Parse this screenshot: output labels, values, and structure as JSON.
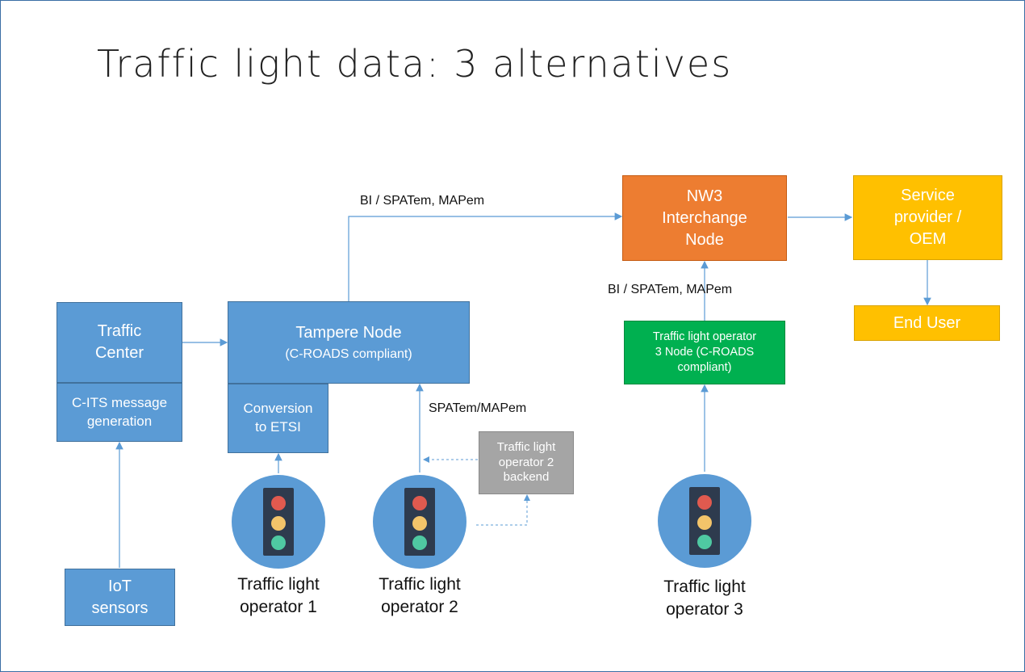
{
  "title": "Traffic light data: 3 alternatives",
  "colors": {
    "node_blue": "#5b9bd5",
    "nw3_orange": "#ed7d31",
    "service_yellow": "#ffc000",
    "operator3_green": "#00b050",
    "backend_grey": "#a5a5a5",
    "arrow": "#5b9bd5",
    "light_body": "#2e3b4e",
    "light_red": "#e05a4f",
    "light_amber": "#f3c46a",
    "light_green": "#4fc9a2",
    "light_bg": "#5b9bd5"
  },
  "nodes": {
    "traffic_center": "Traffic\nCenter",
    "c_its_generation": "C-ITS message\ngeneration",
    "iot_sensors": "IoT\nsensors",
    "tampere_node": "Tampere Node",
    "tampere_node_sub": "(C-ROADS compliant)",
    "conversion_etsi": "Conversion\nto ETSI",
    "operator2_backend": "Traffic light\noperator 2\nbackend",
    "nw3_node": "NW3\nInterchange\nNode",
    "operator3_node": "Traffic light operator\n3 Node (C-ROADS\ncompliant)",
    "service_provider": "Service\nprovider /\nOEM",
    "end_user": "End User"
  },
  "edge_labels": {
    "tampere_to_nw3": "BI / SPATem, MAPem",
    "operator3_to_nw3": "BI / SPATem, MAPem",
    "operator2_to_tampere": "SPATem/MAPem"
  },
  "captions": {
    "operator1": "Traffic light\noperator 1",
    "operator2": "Traffic light\noperator 2",
    "operator3": "Traffic light\noperator 3"
  }
}
